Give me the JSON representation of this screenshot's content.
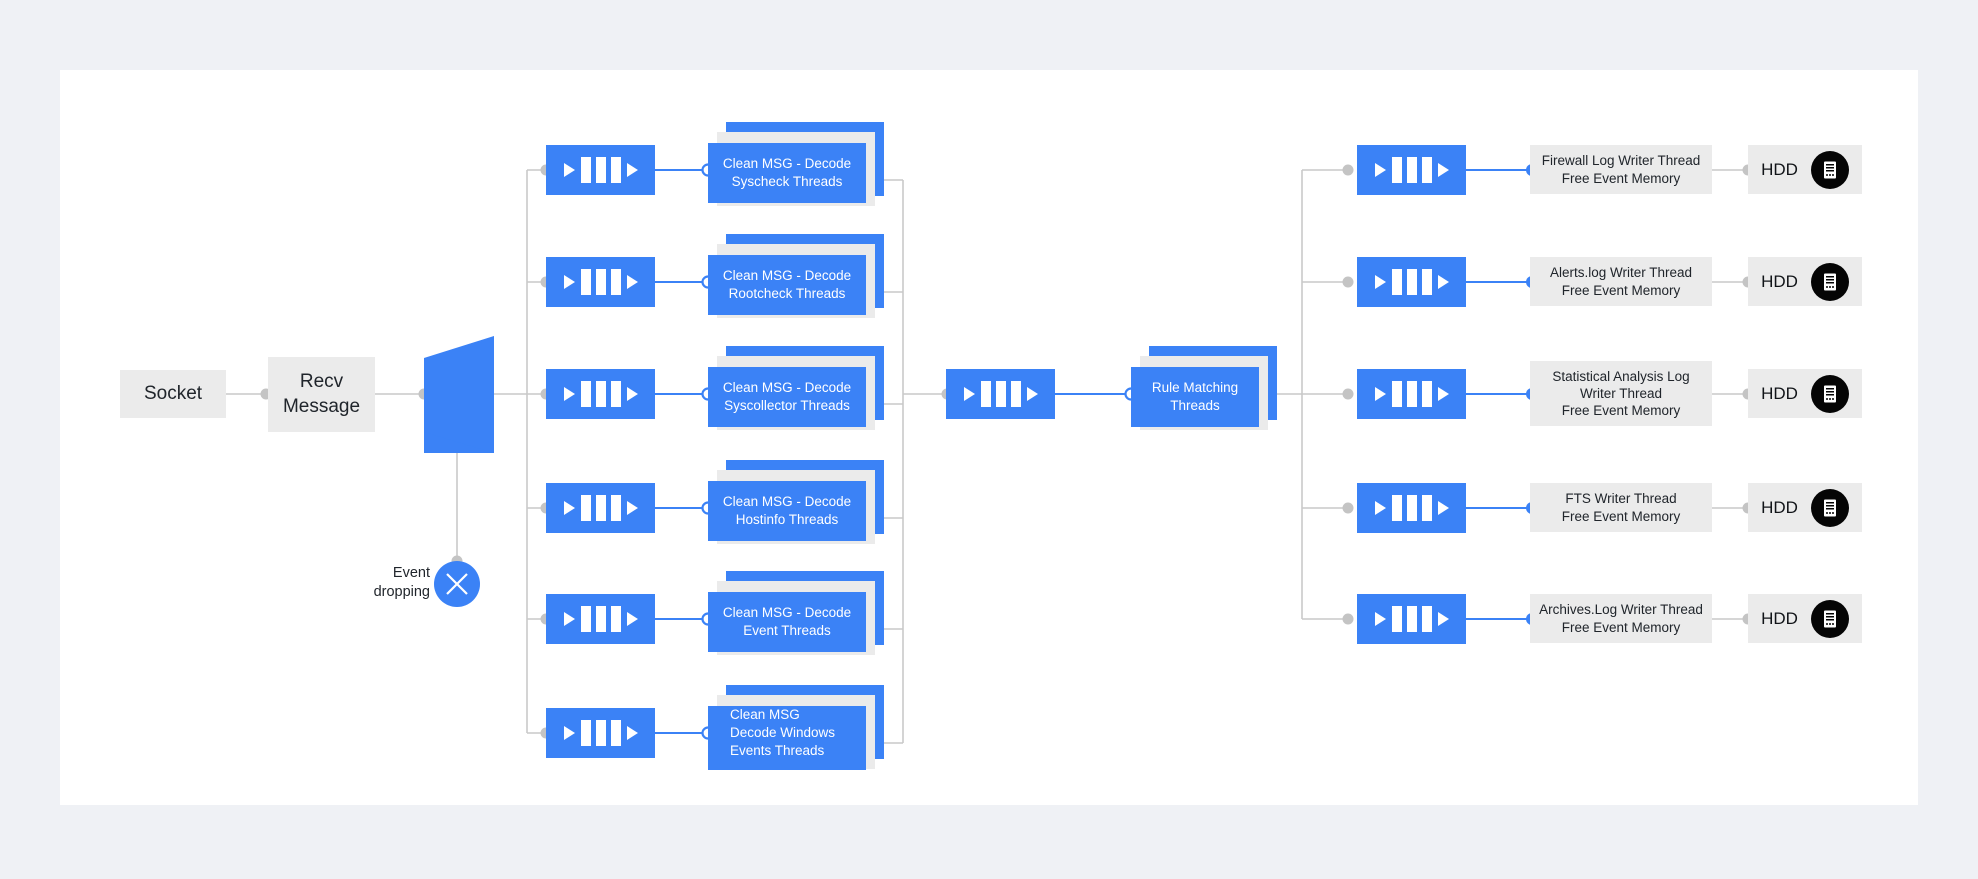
{
  "diagram": {
    "title": "Wazuh analysisd thread pipeline",
    "background": "#eff1f5",
    "canvas_color": "#ffffff",
    "colors": {
      "accent_blue": "#3b82f6",
      "grey_box": "#ebebeb",
      "grey_wire": "#c9c9c9",
      "blue_wire": "#3b82f6",
      "text_dark": "#20252b",
      "disk_icon": "#050505"
    }
  },
  "ingress": {
    "socket_label": "Socket",
    "recv_label": "Recv\nMessage",
    "recv_line1": "Recv",
    "recv_line2": "Message",
    "dispatcher_name": "message-dispatcher"
  },
  "event_dropping": {
    "label_line1": "Event",
    "label_line2": "dropping",
    "icon": "x-close-icon"
  },
  "decode_queues": [
    {
      "name": "queue-decode-syscheck",
      "icon": "queue-icon"
    },
    {
      "name": "queue-decode-rootcheck",
      "icon": "queue-icon"
    },
    {
      "name": "queue-decode-syscollector",
      "icon": "queue-icon"
    },
    {
      "name": "queue-decode-hostinfo",
      "icon": "queue-icon"
    },
    {
      "name": "queue-decode-event",
      "icon": "queue-icon"
    },
    {
      "name": "queue-decode-winevents",
      "icon": "queue-icon"
    }
  ],
  "decode_threads": [
    {
      "id": "syscheck",
      "line1": "Clean MSG - Decode",
      "line2": "Syscheck Threads",
      "line3": "",
      "align": "center"
    },
    {
      "id": "rootcheck",
      "line1": "Clean MSG - Decode",
      "line2": "Rootcheck Threads",
      "line3": "",
      "align": "center"
    },
    {
      "id": "syscollector",
      "line1": "Clean MSG - Decode",
      "line2": "Syscollector Threads",
      "line3": "",
      "align": "center"
    },
    {
      "id": "hostinfo",
      "line1": "Clean MSG - Decode",
      "line2": "Hostinfo Threads",
      "line3": "",
      "align": "center"
    },
    {
      "id": "event",
      "line1": "Clean MSG - Decode",
      "line2": "Event Threads",
      "line3": "",
      "align": "center"
    },
    {
      "id": "winevents",
      "line1": "Clean MSG",
      "line2": "Decode Windows",
      "line3": "Events Threads",
      "align": "left"
    }
  ],
  "rule_stage": {
    "queue_name": "queue-rule-matching",
    "queue_icon": "queue-icon",
    "line1": "Rule Matching",
    "line2": "Threads"
  },
  "writer_queues": [
    {
      "name": "queue-firewall-log",
      "icon": "queue-icon"
    },
    {
      "name": "queue-alerts-log",
      "icon": "queue-icon"
    },
    {
      "name": "queue-statistical",
      "icon": "queue-icon"
    },
    {
      "name": "queue-fts",
      "icon": "queue-icon"
    },
    {
      "name": "queue-archives-log",
      "icon": "queue-icon"
    }
  ],
  "writer_threads": [
    {
      "id": "firewall",
      "line1": "Firewall Log Writer Thread",
      "line2": "Free Event Memory",
      "line3": ""
    },
    {
      "id": "alerts",
      "line1": "Alerts.log Writer Thread",
      "line2": "Free Event Memory",
      "line3": ""
    },
    {
      "id": "statistical",
      "line1": "Statistical Analysis Log",
      "line2": "Writer Thread",
      "line3": "Free Event Memory"
    },
    {
      "id": "fts",
      "line1": "FTS Writer Thread",
      "line2": "Free Event Memory",
      "line3": ""
    },
    {
      "id": "archives",
      "line1": "Archives.Log Writer Thread",
      "line2": "Free Event Memory",
      "line3": ""
    }
  ],
  "storage": [
    {
      "id": "hdd-firewall",
      "label": "HDD",
      "icon": "disk-document-icon"
    },
    {
      "id": "hdd-alerts",
      "label": "HDD",
      "icon": "disk-document-icon"
    },
    {
      "id": "hdd-statistical",
      "label": "HDD",
      "icon": "disk-document-icon"
    },
    {
      "id": "hdd-fts",
      "label": "HDD",
      "icon": "disk-document-icon"
    },
    {
      "id": "hdd-archives",
      "label": "HDD",
      "icon": "disk-document-icon"
    }
  ]
}
